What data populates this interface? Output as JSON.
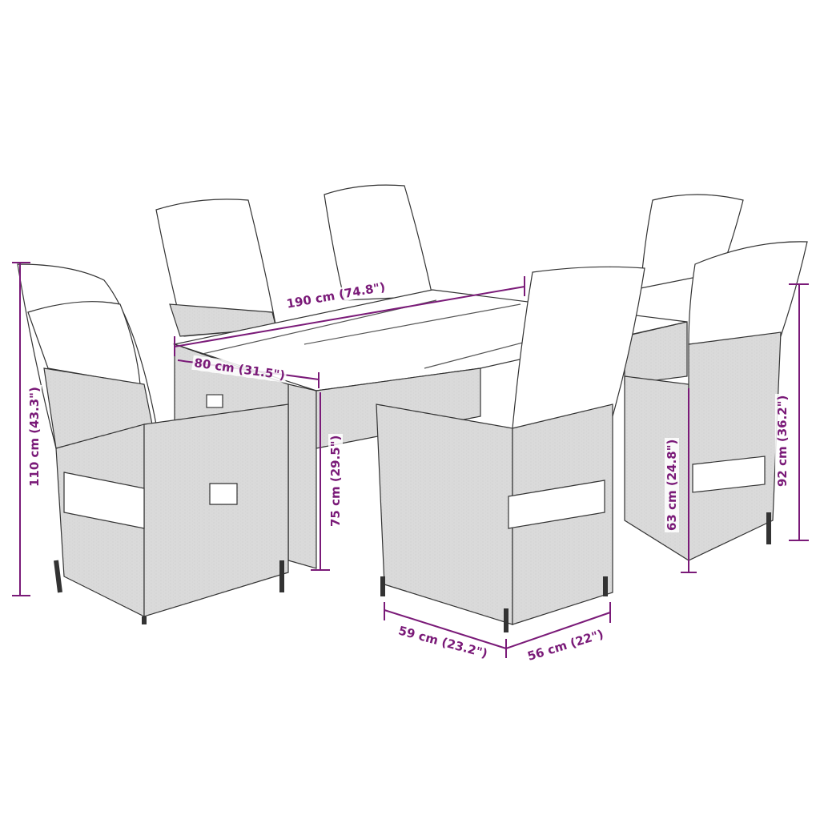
{
  "diagram": {
    "subject": "7-piece rattan garden dining set: table with 6 reclining chairs",
    "colors": {
      "dimension": "#7a1a78",
      "outline": "#333333",
      "wicker": "#9a9a9a",
      "background": "#ffffff"
    },
    "dimensions": {
      "table_length": "190 cm (74.8\")",
      "table_width": "80 cm (31.5\")",
      "table_height": "75 cm (29.5\")",
      "chair_height": "110 cm (43.3\")",
      "chair_width": "59 cm (23.2\")",
      "chair_depth": "56 cm (22\")",
      "seat_height": "63 cm (24.8\")",
      "reclined_height": "92 cm (36.2\")"
    }
  }
}
